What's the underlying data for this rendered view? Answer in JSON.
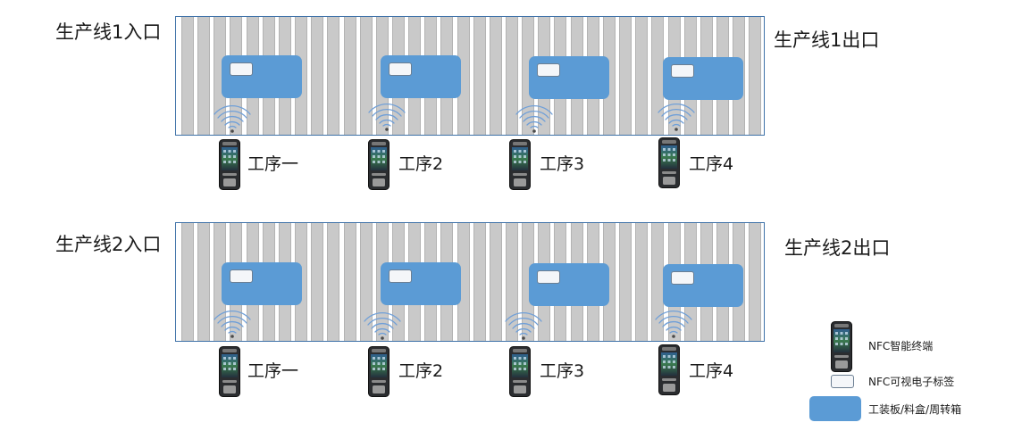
{
  "lines": [
    {
      "entry_label": "生产线1入口",
      "exit_label": "生产线1出口",
      "stations": [
        "工序一",
        "工序2",
        "工序3",
        "工序4"
      ]
    },
    {
      "entry_label": "生产线2入口",
      "exit_label": "生产线2出口",
      "stations": [
        "工序一",
        "工序2",
        "工序3",
        "工序4"
      ]
    }
  ],
  "legend": {
    "terminal": "NFC智能终端",
    "tag": "NFC可视电子标签",
    "carrier": "工装板/料盒/周转箱"
  },
  "colors": {
    "carrier": "#5b9bd5",
    "roller": "#c9c9c9",
    "frame": "#3f72a8",
    "tag": "#f4f6f9",
    "signal": "#6f9fd8"
  },
  "icons": {
    "terminal": "handheld-nfc-terminal-icon",
    "signal": "nfc-signal-icon",
    "tag": "nfc-tag-icon"
  }
}
